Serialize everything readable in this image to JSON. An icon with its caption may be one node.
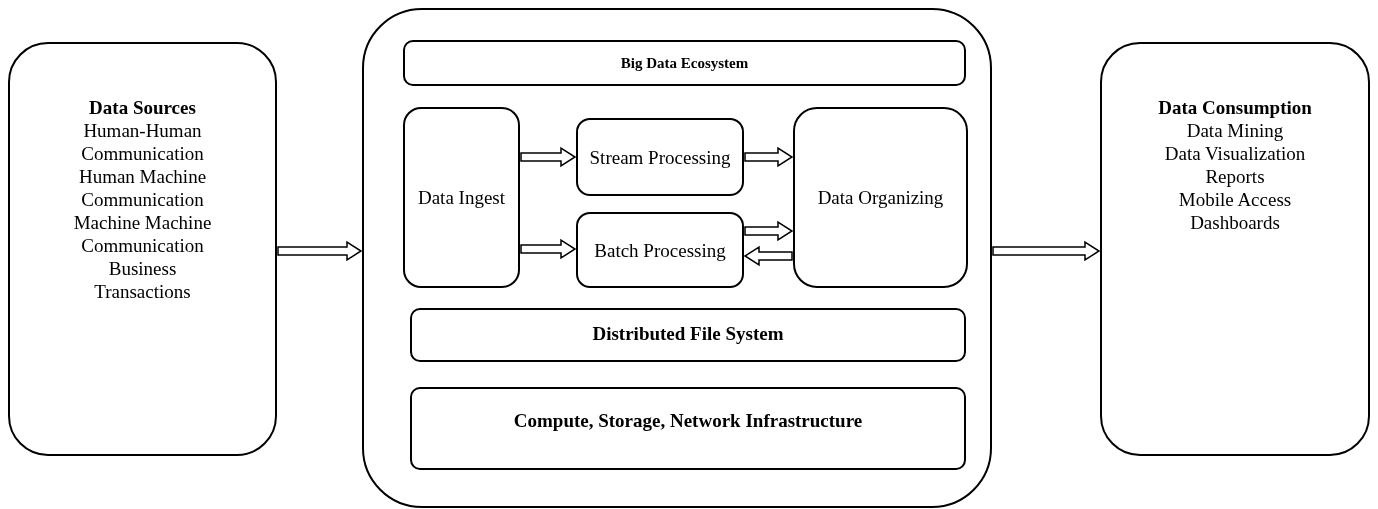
{
  "diagram": {
    "nodes": [
      {
        "text": [
          "Data Sources",
          "Human-Human Communication",
          "Human Machine Communication",
          "Machine Machine Communication",
          "Business Transactions"
        ]
      },
      {
        "text": [],
        "shape": "box"
      },
      {
        "text": [
          "Big Data Ecosystem"
        ],
        "in": 1
      },
      {
        "text": [
          "Data Ingest"
        ],
        "in": 1
      },
      {
        "text": [
          "Stream Processing"
        ],
        "in": 1
      },
      {
        "text": [
          "Batch Processing"
        ],
        "in": 1
      },
      {
        "text": [
          "Data Organizing"
        ],
        "in": 1
      },
      {
        "text": [
          "Distributed File System"
        ],
        "in": 1
      },
      {
        "text": [
          "Compute, Storage, Network Infrastructure"
        ],
        "in": 1
      },
      {
        "text": [
          "Data Consumption",
          "Data Mining",
          "Data Visualization",
          "Reports",
          "Mobile Access",
          "Dashboards"
        ]
      }
    ],
    "edges": [
      {
        "from": 0,
        "to": 1,
        "arrow": "to"
      },
      {
        "from": 3,
        "to": 4,
        "arrow": "to"
      },
      {
        "from": 3,
        "to": 5,
        "arrow": "to"
      },
      {
        "from": 4,
        "to": 6,
        "arrow": "to"
      },
      {
        "from": 5,
        "to": 6,
        "arrow": "to"
      },
      {
        "from": 6,
        "to": 5,
        "arrow": "to"
      },
      {
        "from": 1,
        "to": 9,
        "arrow": "to"
      }
    ]
  }
}
